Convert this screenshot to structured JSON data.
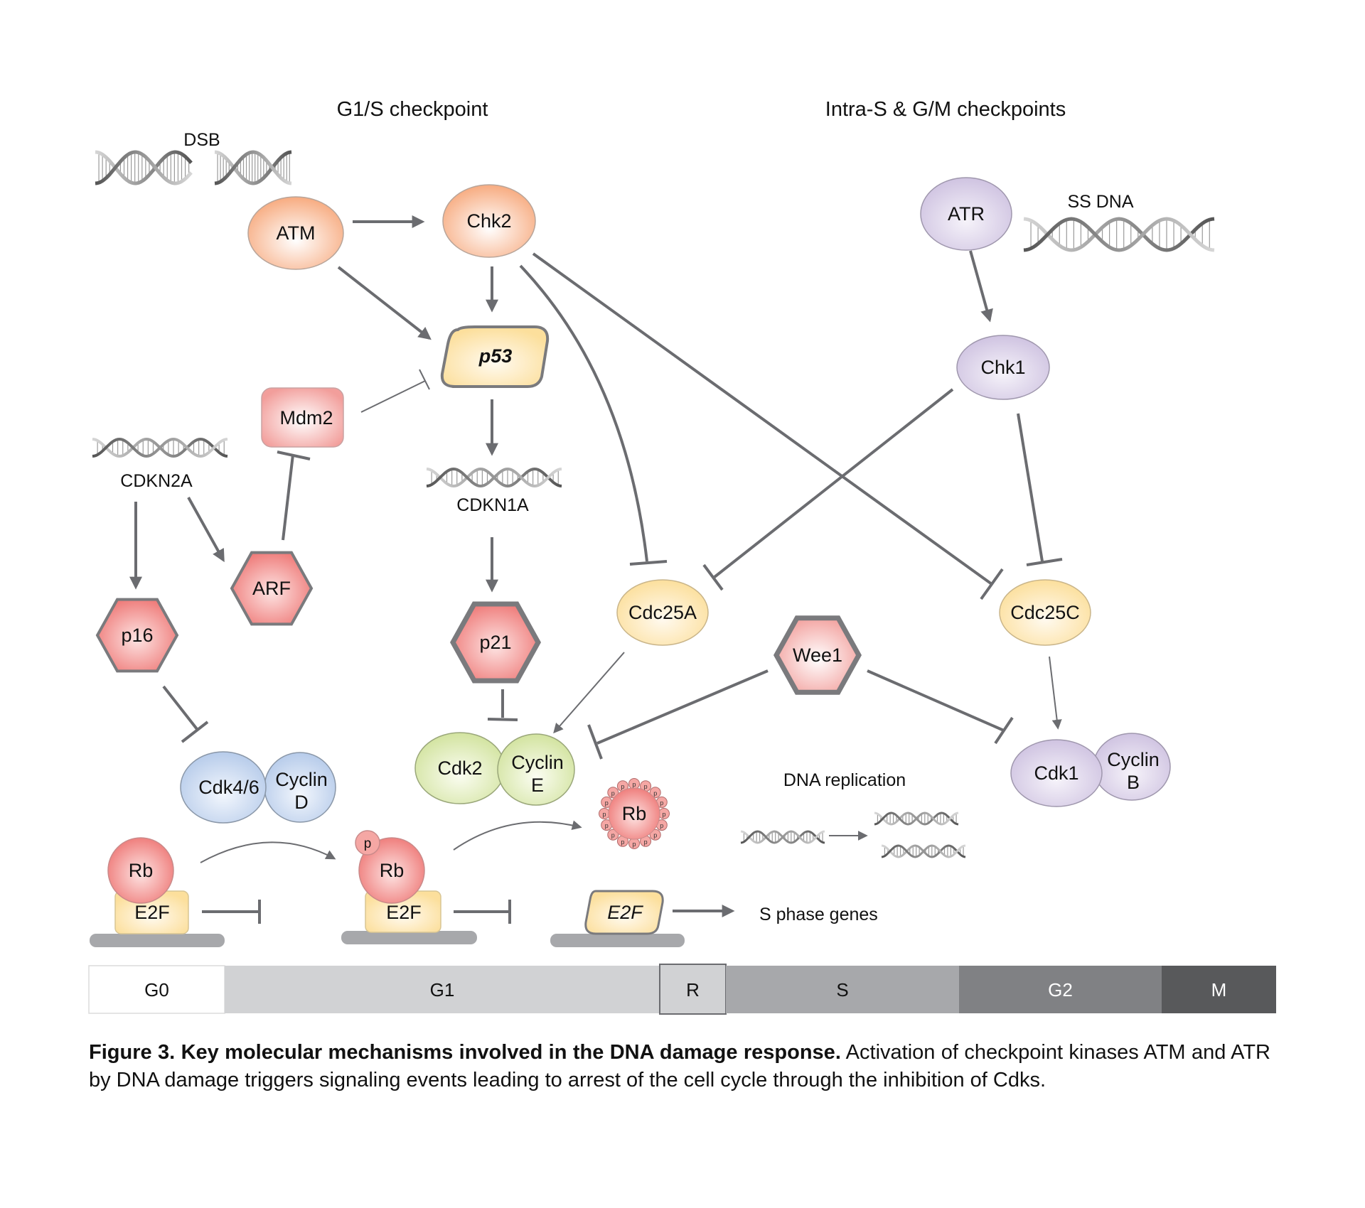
{
  "figure": {
    "section_titles": {
      "g1s": "G1/S checkpoint",
      "intra_s_gm": "Intra-S & G/M checkpoints"
    },
    "dna_labels": {
      "dsb": "DSB",
      "ss_dna": "SS DNA",
      "cdkn2a": "CDKN2A",
      "cdkn1a": "CDKN1A",
      "dna_replication": "DNA replication",
      "s_phase_genes": "S phase genes"
    },
    "nodes": {
      "atm": "ATM",
      "chk2": "Chk2",
      "atr": "ATR",
      "chk1": "Chk1",
      "p53": "p53",
      "mdm2": "Mdm2",
      "arf": "ARF",
      "p16": "p16",
      "p21": "p21",
      "cdc25a": "Cdc25A",
      "cdc25c": "Cdc25C",
      "wee1": "Wee1",
      "cdk46": "Cdk4/6",
      "cyclin_d": [
        "Cyclin",
        "D"
      ],
      "cdk2": "Cdk2",
      "cyclin_e": [
        "Cyclin",
        "E"
      ],
      "cdk1": "Cdk1",
      "cyclin_b": [
        "Cyclin",
        "B"
      ],
      "rb": "Rb",
      "rb_p": "Rb",
      "rb_pp": "Rb",
      "p_tag": "p",
      "e2f": "E2F"
    },
    "colors": {
      "orange": "#f7b088",
      "purple": "#d3c8e3",
      "yellow": "#fde3a3",
      "pink": "#f19a97",
      "red": "#ef7d7b",
      "blue": "#bcd0ec",
      "green": "#d6e6a7",
      "edge": "#6b6c70",
      "platform": "#a7a8ab"
    },
    "phase_bar": [
      {
        "label": "G0",
        "fill": "#ffffff",
        "text": "#111111"
      },
      {
        "label": "G1",
        "fill": "#d1d2d4",
        "text": "#111111"
      },
      {
        "label": "R",
        "fill": "#d1d2d4",
        "text": "#111111"
      },
      {
        "label": "S",
        "fill": "#a7a8ab",
        "text": "#111111"
      },
      {
        "label": "G2",
        "fill": "#808184",
        "text": "#ffffff"
      },
      {
        "label": "M",
        "fill": "#58595b",
        "text": "#ffffff"
      }
    ]
  },
  "caption": {
    "bold": "Figure 3. Key molecular mechanisms involved in the DNA damage response.",
    "text": " Activation of checkpoint kinases ATM and ATR by DNA damage triggers signaling events leading to arrest of the cell cycle through the inhibition of Cdks."
  }
}
